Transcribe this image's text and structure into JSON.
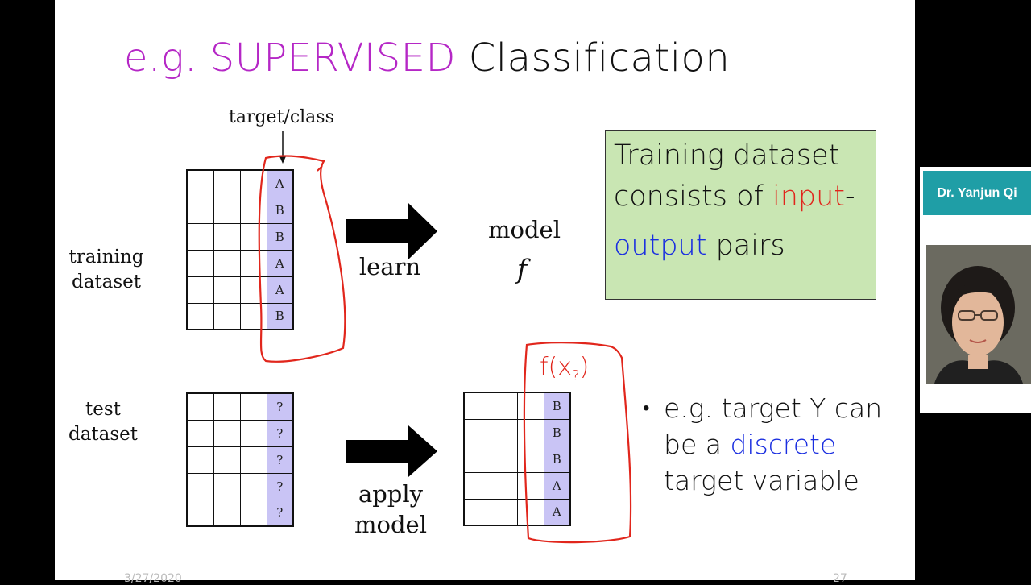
{
  "slide": {
    "title_part1": "e.g. SUPERVISED",
    "title_part2": "Classification",
    "target_label": "target/class",
    "training_label_line1": "training",
    "training_label_line2": "dataset",
    "test_label_line1": "test",
    "test_label_line2": "dataset",
    "learn_label": "learn",
    "apply_label_line1": "apply",
    "apply_label_line2": "model",
    "model_label": "model",
    "model_symbol": "f",
    "training_classes": [
      "A",
      "B",
      "B",
      "A",
      "A",
      "B"
    ],
    "test_classes": [
      "?",
      "?",
      "?",
      "?",
      "?"
    ],
    "predicted_classes": [
      "B",
      "B",
      "B",
      "A",
      "A"
    ],
    "fx_annotation": "f(x",
    "fx_subscript": "?",
    "fx_close": ")",
    "green_box": {
      "line1": "Training dataset",
      "line2_part1": "consists of ",
      "line2_part2": "input",
      "line2_part3": "-",
      "line3_part1": "output",
      "line3_part2": " pairs"
    },
    "bullet": {
      "line1": "e.g. target Y can",
      "line2_part1": "be a ",
      "line2_part2": "discrete",
      "line3": "target variable"
    },
    "footer_date": "3/27/2020",
    "footer_page": "27"
  },
  "video": {
    "presenter_name": "Dr. Yanjun Qi",
    "caption": "Yanjun Qi, presenter"
  },
  "colors": {
    "title_accent": "#b527c6",
    "class_column": "#c9c4f5",
    "green_box": "#c9e6b3",
    "annotation_red": "#e1261c",
    "emphasis_blue": "#1a2ee0",
    "name_bar": "#1f9ea6"
  }
}
